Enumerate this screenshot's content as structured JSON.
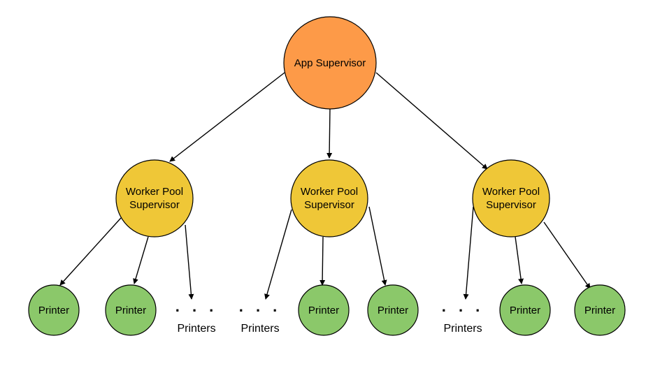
{
  "root": {
    "label": "App Supervisor",
    "color": "#fd9a48"
  },
  "supervisors": [
    {
      "label_line1": "Worker Pool",
      "label_line2": "Supervisor"
    },
    {
      "label_line1": "Worker Pool",
      "label_line2": "Supervisor"
    },
    {
      "label_line1": "Worker Pool",
      "label_line2": "Supervisor"
    }
  ],
  "supervisor_color": "#efc737",
  "printer_color": "#8bc86a",
  "printers": [
    {
      "kind": "node",
      "label": "Printer"
    },
    {
      "kind": "node",
      "label": "Printer"
    },
    {
      "kind": "ellipsis",
      "dots": ". . .",
      "label": "Printers"
    },
    {
      "kind": "ellipsis",
      "dots": ". . .",
      "label": "Printers"
    },
    {
      "kind": "node",
      "label": "Printer"
    },
    {
      "kind": "node",
      "label": "Printer"
    },
    {
      "kind": "ellipsis",
      "dots": ". . .",
      "label": "Printers"
    },
    {
      "kind": "node",
      "label": "Printer"
    },
    {
      "kind": "node",
      "label": "Printer"
    }
  ]
}
